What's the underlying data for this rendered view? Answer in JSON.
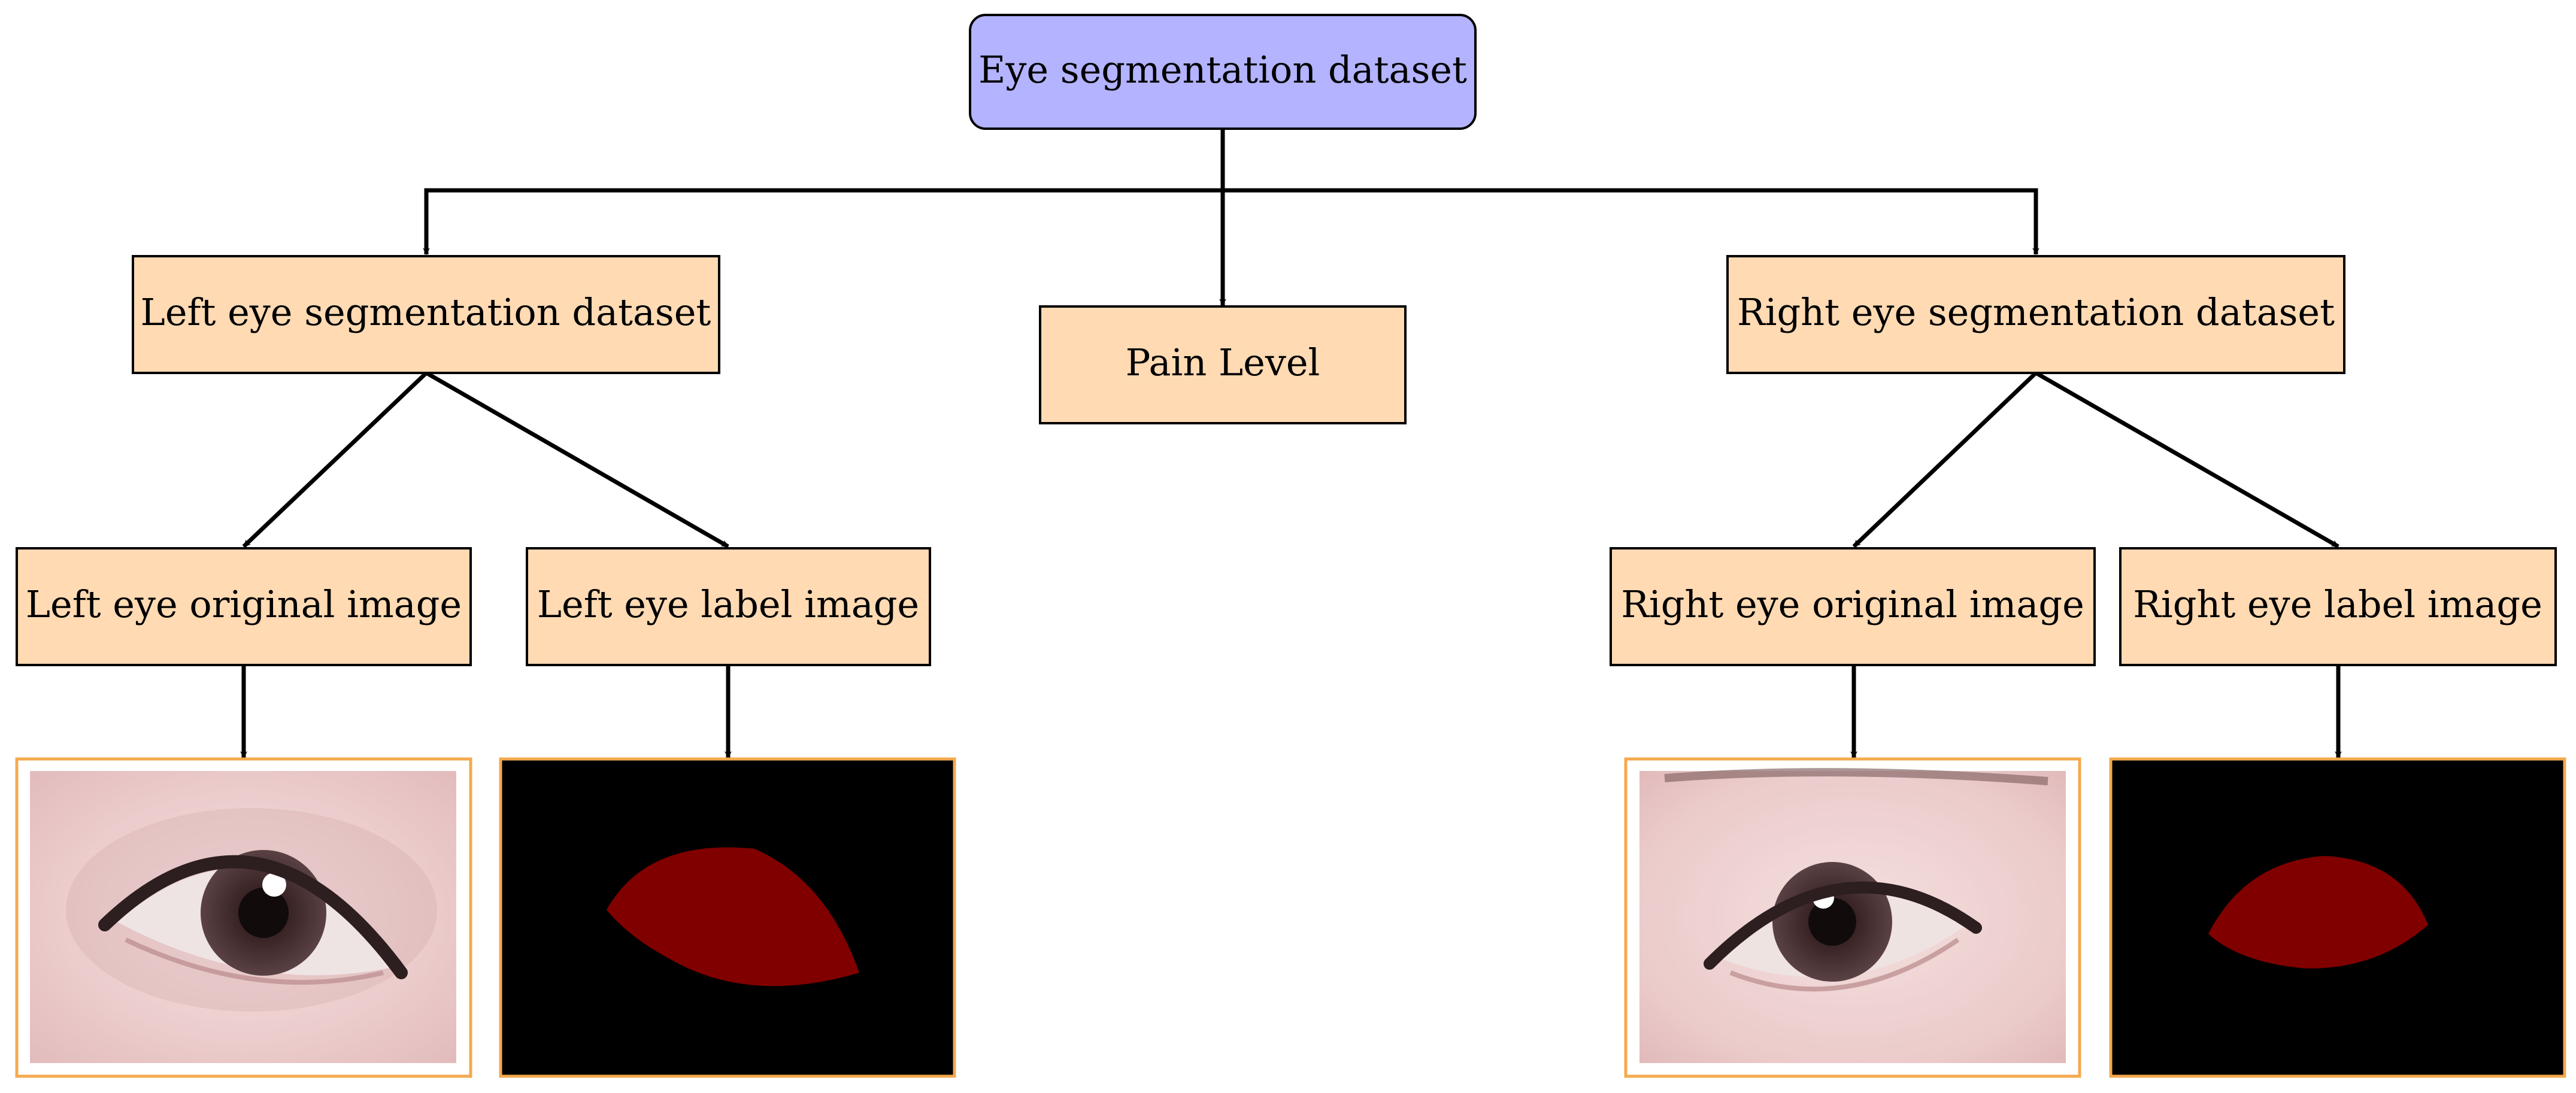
{
  "nodes": {
    "root": {
      "label": "Eye segmentation dataset"
    },
    "left_dataset": {
      "label": "Left eye segmentation dataset"
    },
    "pain_level": {
      "label": "Pain Level"
    },
    "right_dataset": {
      "label": "Right eye segmentation dataset"
    },
    "left_original": {
      "label": "Left eye original image"
    },
    "left_label": {
      "label": "Left eye label image"
    },
    "right_original": {
      "label": "Right eye original image"
    },
    "right_label": {
      "label": "Right eye label image"
    }
  },
  "edges": [
    {
      "from": "root",
      "to": "left_dataset"
    },
    {
      "from": "root",
      "to": "pain_level"
    },
    {
      "from": "root",
      "to": "right_dataset"
    },
    {
      "from": "left_dataset",
      "to": "left_original"
    },
    {
      "from": "left_dataset",
      "to": "left_label"
    },
    {
      "from": "right_dataset",
      "to": "right_original"
    },
    {
      "from": "right_dataset",
      "to": "right_label"
    },
    {
      "from": "left_original",
      "to": "left_original_photo"
    },
    {
      "from": "left_label",
      "to": "left_label_mask"
    },
    {
      "from": "right_original",
      "to": "right_original_photo"
    },
    {
      "from": "right_label",
      "to": "right_label_mask"
    }
  ],
  "images": {
    "left_original_photo": {
      "content": "left eye photograph"
    },
    "left_label_mask": {
      "content": "left eye segmentation mask"
    },
    "right_original_photo": {
      "content": "right eye photograph"
    },
    "right_label_mask": {
      "content": "right eye segmentation mask"
    }
  },
  "colors": {
    "root_fill": "#b3b3ff",
    "node_fill": "#ffdab3",
    "image_border": "#f5a94d",
    "mask_background": "#000000",
    "mask_region": "#800000",
    "skin": "#efd3d3",
    "iris": "#4a3234",
    "edge": "#000000"
  }
}
